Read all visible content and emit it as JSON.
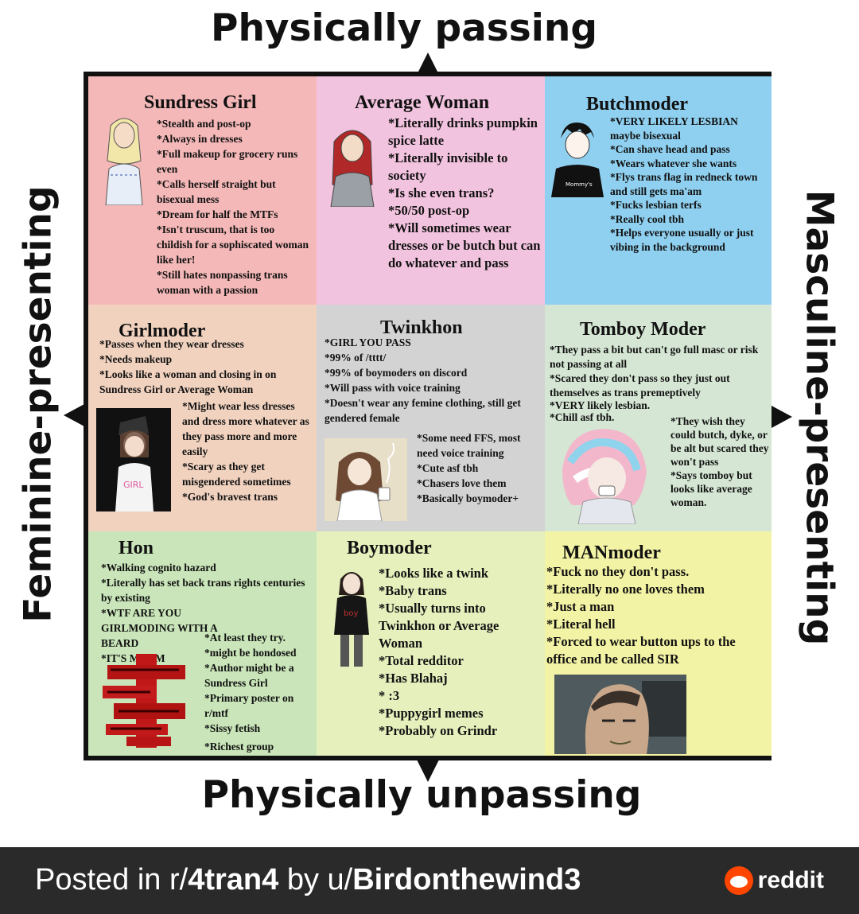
{
  "axes": {
    "top": "Physically passing",
    "bottom": "Physically unpassing",
    "left": "Feminine-presenting",
    "right": "Masculine-presenting"
  },
  "cells": [
    {
      "title": "Sundress Girl",
      "color": "#f5b8b8",
      "traits": [
        "*Stealth and post-op",
        "*Always in dresses",
        "*Full makeup for grocery runs even",
        "*Calls herself straight but bisexual mess",
        "*Dream for half the MTFs",
        "*Isn't truscum, that is too childish for a sophiscated woman like her!",
        "*Still hates nonpassing trans woman with a passion"
      ]
    },
    {
      "title": "Average Woman",
      "color": "#f2c3de",
      "traits": [
        "*Literally drinks pumpkin spice latte",
        "*Literally invisible to society",
        "*Is she even trans?",
        "*50/50 post-op",
        "*Will sometimes wear dresses or be butch but can do whatever and pass"
      ]
    },
    {
      "title": "Butchmoder",
      "color": "#8fd0f0",
      "traits": [
        "*VERY LIKELY LESBIAN maybe bisexual",
        "*Can shave head and pass",
        "*Wears whatever she wants",
        "*Flys trans flag in redneck town and still gets ma'am",
        "*Fucks lesbian terfs",
        "*Really cool tbh",
        "*Helps everyone usually or just vibing in the background"
      ]
    },
    {
      "title": "Girlmoder",
      "color": "#f1d2bf",
      "traits_top": [
        "*Passes when they wear dresses",
        "*Needs makeup",
        "*Looks like a woman and closing in on Sundress Girl or Average Woman"
      ],
      "traits_side": [
        "*Might wear less dresses and dress more whatever as they pass more and more easily",
        "*Scary as they get misgendered sometimes",
        "*God's bravest trans"
      ],
      "shirt_text": "GIRL"
    },
    {
      "title": "Twinkhon",
      "color": "#d3d3d3",
      "traits_top": [
        "*GIRL YOU PASS",
        "*99% of /tttt/",
        "*99% of boymoders on discord",
        "*Will pass with voice training",
        "*Doesn't wear any femine clothing, still get gendered female"
      ],
      "traits_side": [
        "*Some need FFS, most need voice training",
        "*Cute asf tbh",
        "*Chasers love them",
        "*Basically boymoder+"
      ]
    },
    {
      "title": "Tomboy Moder",
      "color": "#d5e6d4",
      "traits_top": [
        "*They pass a bit but can't go full masc or risk not passing at all",
        "*Scared they don't pass so they just out themselves as trans premeptively",
        "*VERY likely lesbian.",
        "*Chill asf tbh."
      ],
      "traits_side": [
        "*They wish they could butch, dyke, or be alt but scared they won't pass",
        "*Says tomboy but looks like average woman."
      ]
    },
    {
      "title": "Hon",
      "color": "#c9e5b9",
      "traits_top": [
        "*Walking cognito hazard",
        "*Literally has set back trans rights centuries by existing",
        "*WTF ARE YOU GIRLMODING WITH A BEARD",
        "*IT'S MAAM"
      ],
      "traits_side": [
        "*At least they try.",
        "*might be hondosed",
        "*Author might be a Sundress Girl",
        "*Primary poster on r/mtf",
        "*Sissy fetish",
        "*Richest group"
      ]
    },
    {
      "title": "Boymoder",
      "color": "#e6f0bd",
      "traits": [
        "*Looks like a twink",
        "*Baby trans",
        "*Usually turns into Twinkhon or Average Woman",
        "*Total redditor",
        "*Has Blahaj",
        "* :3",
        "*Puppygirl memes",
        "*Probably on Grindr"
      ],
      "shirt_text": "boy"
    },
    {
      "title": "MANmoder",
      "color": "#f3f3a5",
      "traits": [
        "*Fuck no they don't pass.",
        "*Literally no one loves them",
        "*Just a man",
        "*Literal hell",
        "*Forced to wear button ups to the office and be called SIR"
      ]
    }
  ],
  "footer": {
    "prefix": "Posted in r/",
    "subreddit": "4tran4",
    "by": " by u/",
    "user": "Birdonthewind3",
    "brand": "reddit"
  }
}
